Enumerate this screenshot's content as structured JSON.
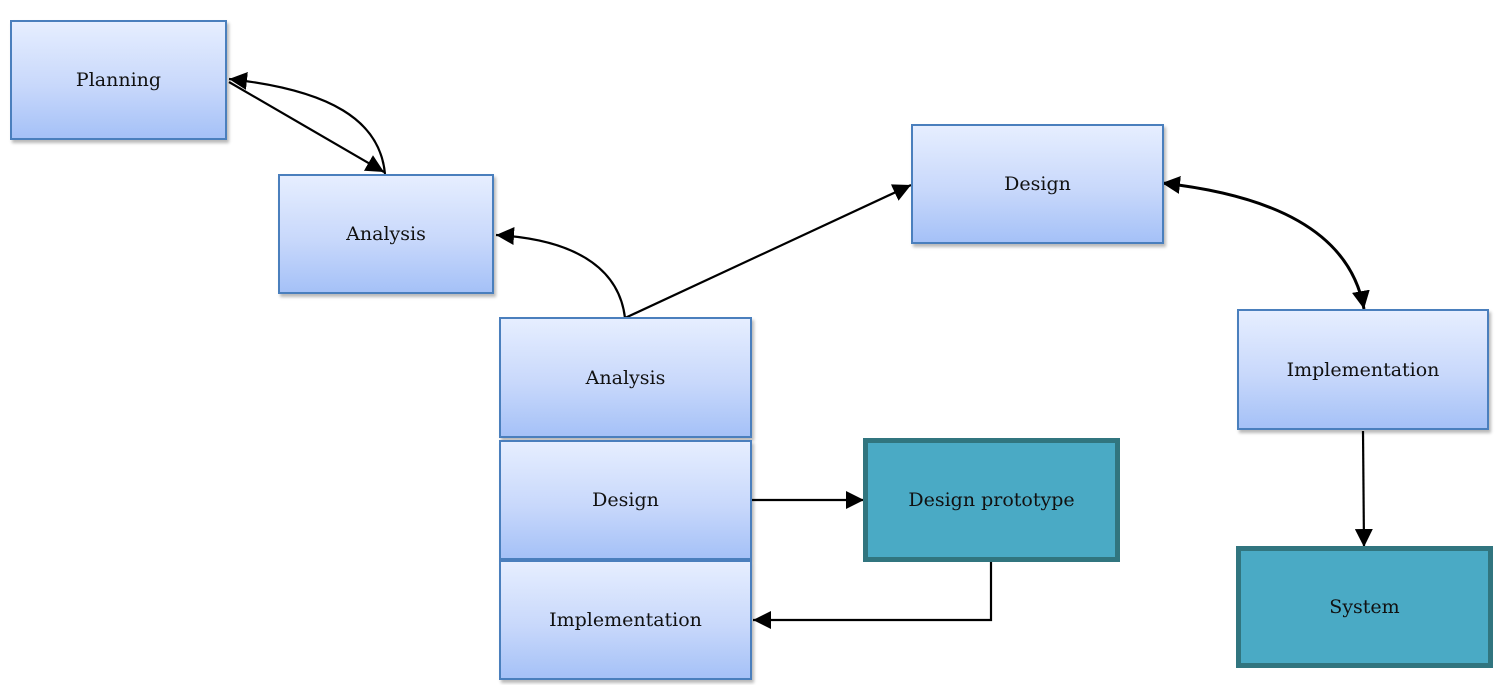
{
  "diagram": {
    "nodes": {
      "planning": "Planning",
      "analysis_1": "Analysis",
      "design_1": "Design",
      "implementation_1": "Implementation",
      "system": "System",
      "analysis_2": "Analysis",
      "design_2": "Design",
      "implementation_2": "Implementation",
      "design_prototype": "Design prototype"
    },
    "colors": {
      "box_border": "#4a7fbd",
      "box_fill_top": "#e6eeff",
      "box_fill_bottom": "#a5c1f7",
      "teal_fill": "#4aaac5",
      "teal_border": "#31757f",
      "arrow": "#000000"
    }
  }
}
